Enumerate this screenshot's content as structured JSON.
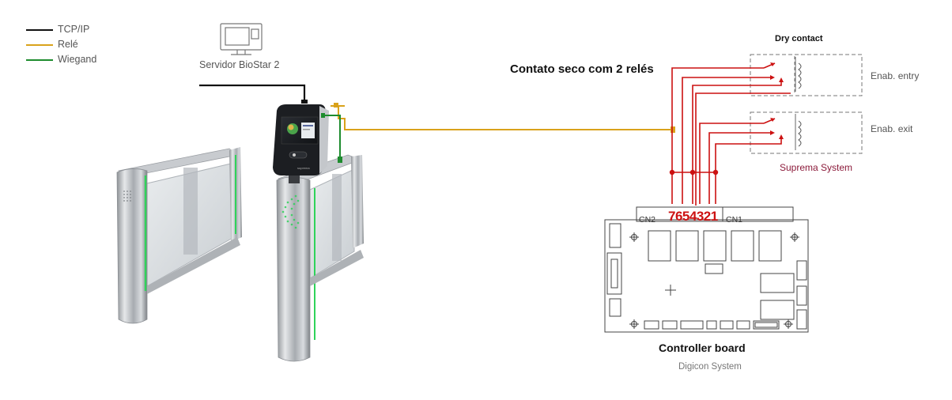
{
  "legend": {
    "items": [
      {
        "label": "TCP/IP",
        "color": "#111111"
      },
      {
        "label": "Relé",
        "color": "#d9a21b"
      },
      {
        "label": "Wiegand",
        "color": "#1e8c2e"
      }
    ]
  },
  "server": {
    "label": "Servidor BioStar 2",
    "icon": "monitor-icon"
  },
  "relay_title": "Contato seco com 2 relés",
  "dry_contact": {
    "title": "Dry contact",
    "entry_label": "Enab. entry",
    "exit_label": "Enab. exit",
    "system_label": "Suprema System",
    "system_color": "#8b1a3a"
  },
  "controller": {
    "pins": "7654321",
    "cn2": "CN2",
    "cn1": "CN1",
    "title": "Controller board",
    "subtitle": "Digicon System"
  },
  "device": {
    "brand": "suprema"
  },
  "colors": {
    "wire_red": "#cc1111",
    "tcp": "#111111",
    "relay": "#d9a21b",
    "wiegand": "#1e8c2e",
    "steel": "#b9bcc0"
  }
}
